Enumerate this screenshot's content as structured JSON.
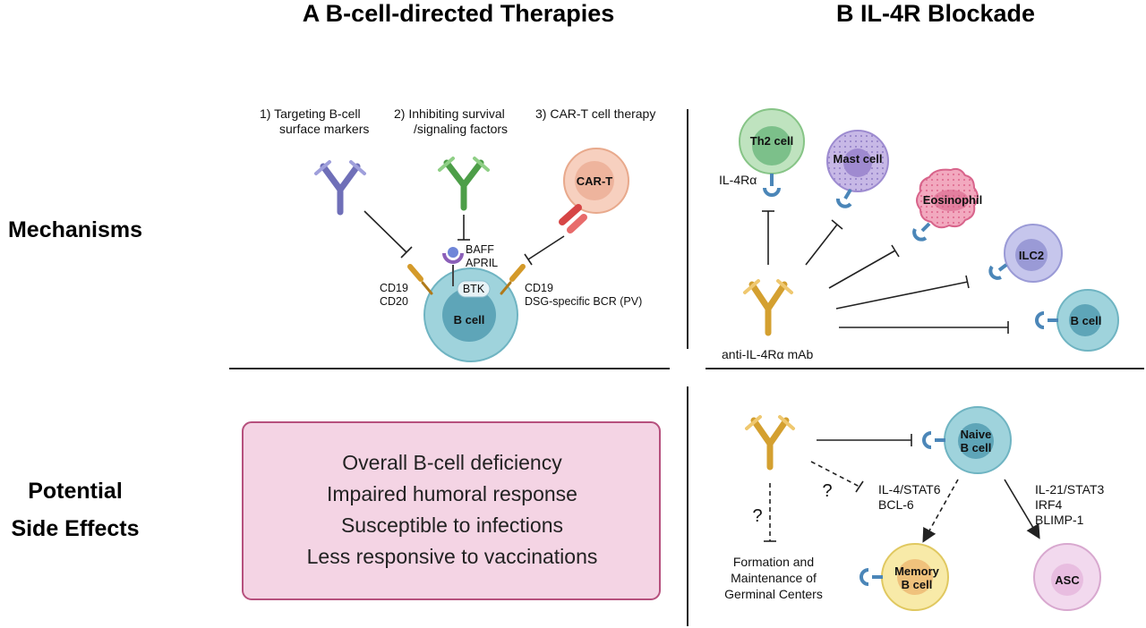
{
  "panel_a": {
    "title": "A  B-cell-directed Therapies",
    "strategy_1_line1": "1)  Targeting B-cell",
    "strategy_1_line2": "surface markers",
    "strategy_2_line1": "2)  Inhibiting survival",
    "strategy_2_line2": "/signaling factors",
    "strategy_3": "3)  CAR-T cell therapy",
    "car_t": "CAR-T",
    "baff": "BAFF",
    "april": "APRIL",
    "btk": "BTK",
    "cd19_left": "CD19",
    "cd20": "CD20",
    "cd19_right": "CD19",
    "dsg_bcr": "DSG-specific BCR (PV)",
    "b_cell": "B cell",
    "side_effects": [
      "Overall B-cell deficiency",
      "Impaired humoral response",
      "Susceptible to infections",
      "Less responsive to vaccinations"
    ]
  },
  "panel_b": {
    "title": "B  IL-4R Blockade",
    "th2": "Th2 cell",
    "il4ra": "IL-4Rα",
    "mast": "Mast cell",
    "eosinophil": "Eosinophil",
    "ilc2": "ILC2",
    "b_cell": "B cell",
    "antibody": "anti-IL-4Rα mAb",
    "naive_line1": "Naive",
    "naive_line2": "B cell",
    "il4_stat6": "IL-4/STAT6",
    "bcl6": "BCL-6",
    "il21_stat3": "IL-21/STAT3",
    "irf4": "IRF4",
    "blimp1": "BLIMP-1",
    "question_1": "?",
    "question_2": "?",
    "gc_line1": "Formation and",
    "gc_line2": "Maintenance of",
    "gc_line3": "Germinal Centers",
    "memory_line1": "Memory",
    "memory_line2": "B cell",
    "asc": "ASC"
  },
  "rows": {
    "mechanisms": "Mechanisms",
    "side_effects_line1": "Potential",
    "side_effects_line2": "Side Effects"
  },
  "colors": {
    "antibody_purple": "#6f6fb8",
    "antibody_green": "#4d9e48",
    "antibody_gold": "#d4a030",
    "car_red": "#d64545",
    "b_cell_fill": "#9fd3dc",
    "side_effect_box": "#f4d4e4",
    "receptor_blue": "#4b86b8"
  }
}
